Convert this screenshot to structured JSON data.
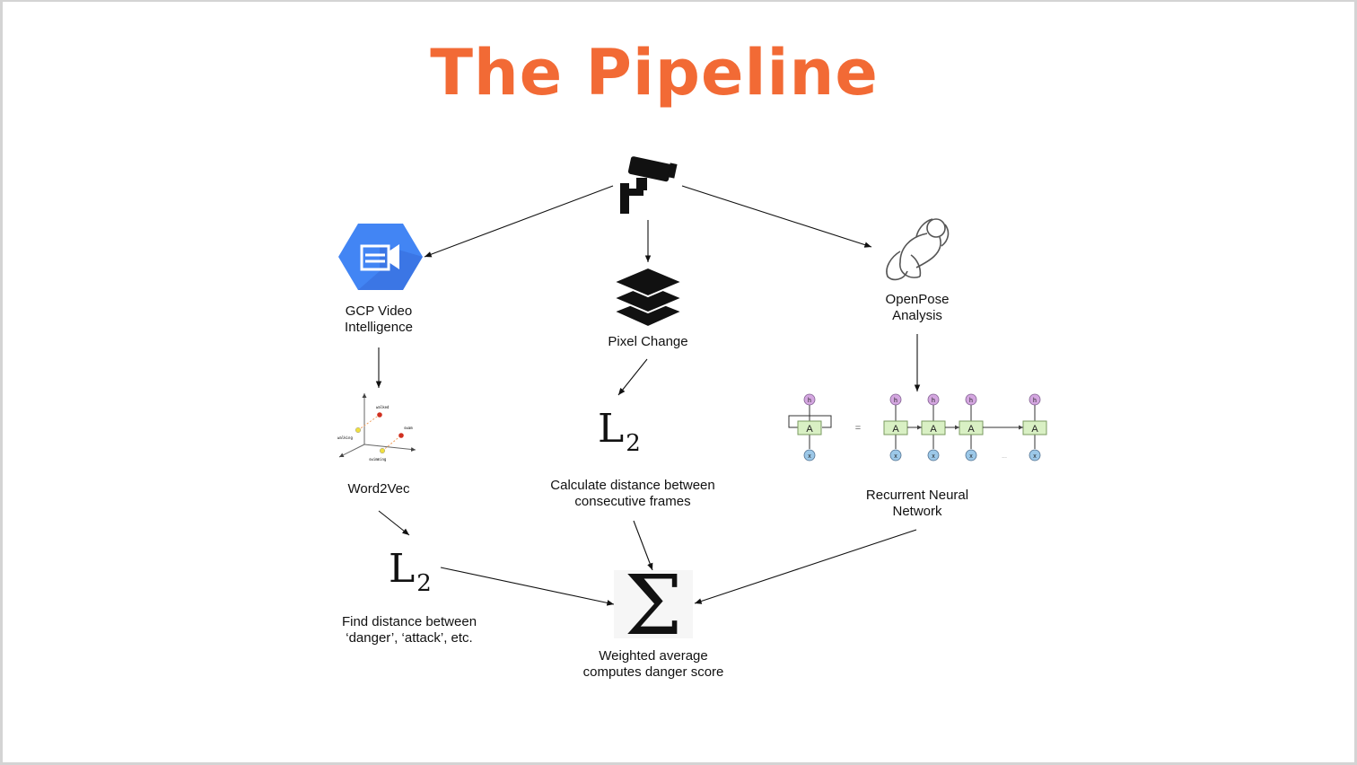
{
  "title": "The Pipeline",
  "colors": {
    "accent": "#f26a35",
    "gcp_blue": "#4285f4",
    "rnn_cell": "#d9f0c4",
    "rnn_h": "#d4a6e0",
    "rnn_x": "#9cc8e8"
  },
  "nodes": {
    "camera": {
      "icon": "security-camera-icon"
    },
    "gcp": {
      "icon": "gcp-video-intelligence-icon",
      "label_1": "GCP Video",
      "label_2": "Intelligence"
    },
    "pixel": {
      "icon": "layers-icon",
      "label": "Pixel Change"
    },
    "openpose": {
      "icon": "pose-figure-icon",
      "label_1": "OpenPose",
      "label_2": "Analysis"
    },
    "word2vec": {
      "label": "Word2Vec",
      "points": [
        "walked",
        "walking",
        "swam",
        "swimming"
      ]
    },
    "l2_pixel": {
      "symbol": "L",
      "sub": "2",
      "label_1": "Calculate distance between",
      "label_2": "consecutive frames"
    },
    "rnn": {
      "label_1": "Recurrent Neural",
      "label_2": "Network",
      "cell": "A",
      "h": "h",
      "x": "x",
      "eq": "=",
      "dots": "..."
    },
    "l2_words": {
      "symbol": "L",
      "sub": "2",
      "label_1": "Find distance between",
      "label_2": "‘danger’, ‘attack’, etc."
    },
    "sum": {
      "symbol": "Σ",
      "label_1": "Weighted average",
      "label_2": "computes danger score"
    }
  }
}
